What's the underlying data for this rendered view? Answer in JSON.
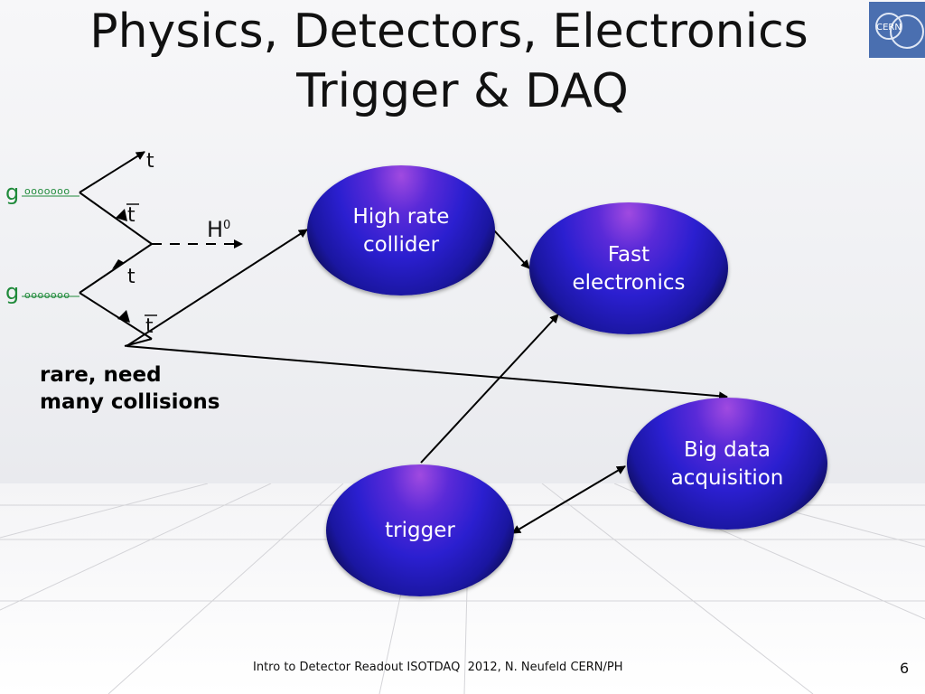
{
  "title": {
    "line1": "Physics, Detectors, Electronics",
    "line2": "Trigger & DAQ"
  },
  "logo": {
    "text": "CERN",
    "color": "#4a6fb0"
  },
  "feynman": {
    "gluon_top": "g",
    "gluon_top_wavy": "ooooooo",
    "gluon_bottom": "g",
    "gluon_bottom_wavy": "ooooooo",
    "top_quark_1": "t",
    "antitop_1": "t",
    "higgs": "H",
    "higgs_sup": "0",
    "top_quark_2": "t",
    "antitop_2": "t"
  },
  "note": {
    "line1": "rare, need",
    "line2": "many collisions"
  },
  "nodes": {
    "high_rate_collider": "High rate\ncollider",
    "fast_electronics": "Fast\nelectronics",
    "big_data_acquisition": "Big data\nacquisition",
    "trigger": "trigger"
  },
  "colors": {
    "node_top": "#a04ae0",
    "node_mid": "#2b1fd0",
    "node_bottom": "#000000",
    "gluon": "#1f8a3a"
  },
  "footer": {
    "text": "Intro to Detector Readout ISOTDAQ  2012, N. Neufeld CERN/PH",
    "page": "6"
  }
}
